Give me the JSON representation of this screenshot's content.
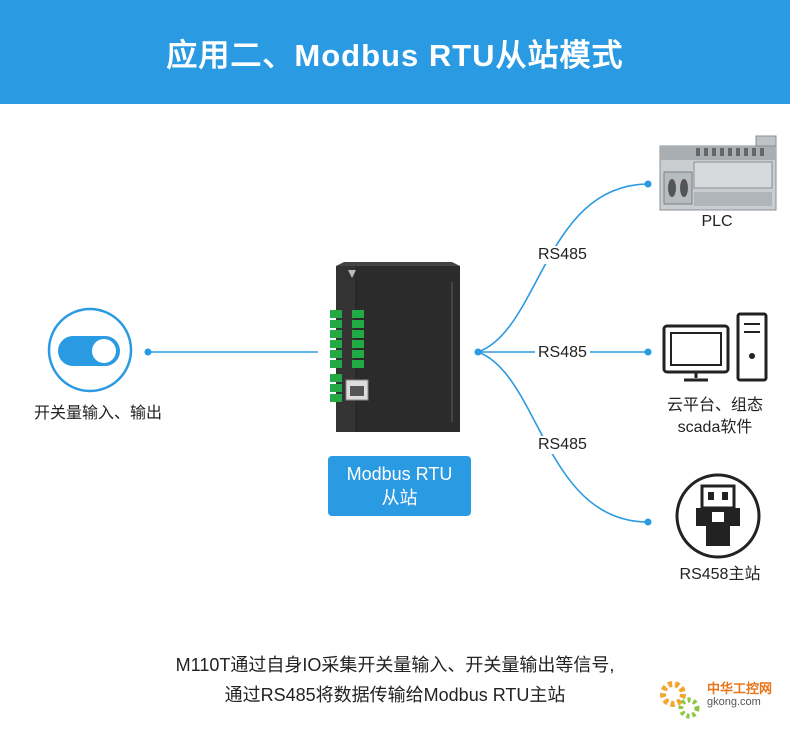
{
  "header": {
    "title": "应用二、Modbus RTU从站模式"
  },
  "left_device": {
    "label": "开关量输入、输出",
    "icon": "toggle-switch-icon"
  },
  "module": {
    "name_line1": "Modbus RTU",
    "name_line2": "从站"
  },
  "links": [
    {
      "protocol": "RS485"
    },
    {
      "protocol": "RS485"
    },
    {
      "protocol": "RS485"
    }
  ],
  "targets": [
    {
      "label": "PLC",
      "icon": "plc-icon"
    },
    {
      "label_line1": "云平台、组态",
      "label_line2": "scada软件",
      "icon": "computer-icon"
    },
    {
      "label": "RS458主站",
      "icon": "serial-port-icon"
    }
  ],
  "caption": {
    "line1": "M110T通过自身IO采集开关量输入、开关量输出等信号,",
    "line2": "通过RS485将数据传输给Modbus RTU主站"
  },
  "watermark": {
    "line1": "中华工控网",
    "line2": "gkong.com"
  },
  "colors": {
    "accent": "#2a9ae2",
    "line": "#2a9ae2"
  }
}
